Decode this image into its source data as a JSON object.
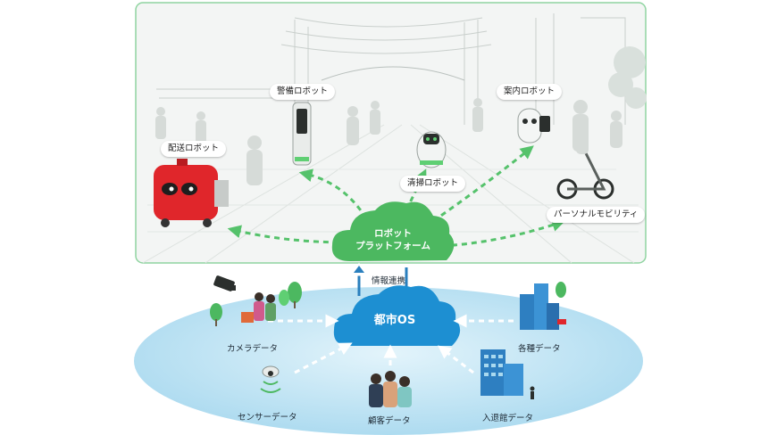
{
  "robots": {
    "security": "警備ロボット",
    "guide": "案内ロボット",
    "delivery": "配送ロボット",
    "cleaning": "清掃ロボット",
    "mobility": "パーソナルモビリティ"
  },
  "platform": {
    "line1": "ロボット",
    "line2": "プラットフォーム"
  },
  "link_label": "情報連携",
  "city_os": "都市OS",
  "data_sources": {
    "camera": "カメラデータ",
    "various": "各種データ",
    "sensor": "センサーデータ",
    "customer": "顧客データ",
    "entry": "入退館データ"
  },
  "colors": {
    "frame_green": "#8fd4a0",
    "arrow_green": "#55c26b",
    "platform_green": "#4cb860",
    "os_blue": "#1d8fd2",
    "ellipse_blue": "#bfe3f4",
    "delivery_red": "#e0262b"
  }
}
